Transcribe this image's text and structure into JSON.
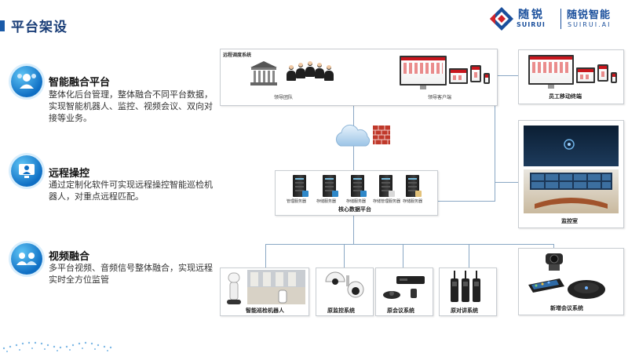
{
  "header": {
    "title": "平台架设",
    "logo": {
      "cn": "随锐",
      "en": "SUIRUI",
      "cn2": "随锐智能",
      "en2": "SUIRUI.AI"
    }
  },
  "features": [
    {
      "title": "智能融合平台",
      "desc": "整体化后台管理，整体融合不同平台数据，实现智能机器人、监控、视频会议、双向对接等业务。",
      "icon": "people-network-icon"
    },
    {
      "title": "远程操控",
      "desc": "通过定制化软件可实现远程操控智能巡检机器人，对重点远程匹配。",
      "icon": "remote-operator-icon"
    },
    {
      "title": "视频融合",
      "desc": "多平台视频、音频信号整体融合，实现远程实时全方位监管",
      "icon": "meeting-people-icon"
    }
  ],
  "diagram": {
    "remote_system": {
      "title": "远程调度系统",
      "leaders_label": "领导团队",
      "client_label": "领导客户端"
    },
    "employee_terminal": "员工移动终端",
    "core_platform": {
      "label": "核心数据平台",
      "servers": [
        "管理服务器",
        "存储服务器",
        "存储服务器",
        "存储管理服务器",
        "存储服务器"
      ]
    },
    "control_room": "监控室",
    "bottom": [
      {
        "label": "智能巡检机器人"
      },
      {
        "label": "原监控系统"
      },
      {
        "label": "原会议系统"
      },
      {
        "label": "原对讲系统"
      },
      {
        "label": "新增会议系统"
      }
    ]
  },
  "colors": {
    "title": "#1a3e78",
    "accent": "#1a5aa8",
    "icon_gradient_start": "#5ec4f5",
    "icon_gradient_end": "#0f6fc4",
    "connector": "#8aa7c4",
    "firewall": "#c0392b"
  }
}
